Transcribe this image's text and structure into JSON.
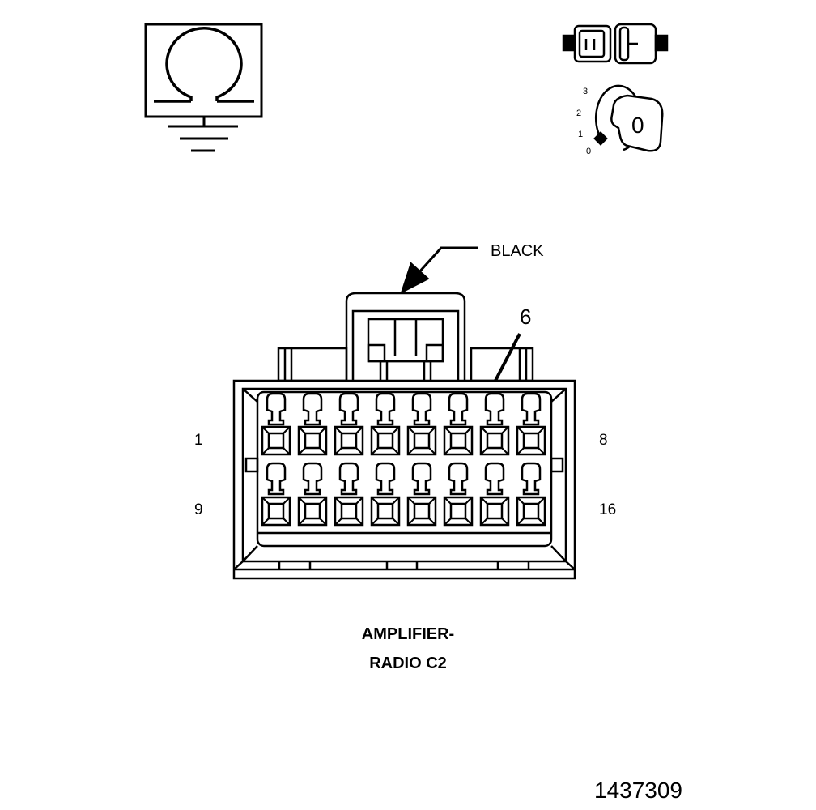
{
  "symbols": {
    "ohmmeter_icon": "ohm-symbol-with-ground",
    "ignition_icon": "ignition-switch-key-off",
    "key_positions": [
      "3",
      "2",
      "1",
      "0"
    ],
    "key_label": "0"
  },
  "callouts": {
    "color_label": "BLACK",
    "pointed_cavity": "6"
  },
  "pins": {
    "top_left": "1",
    "top_right": "8",
    "bottom_left": "9",
    "bottom_right": "16"
  },
  "caption": {
    "line1": "AMPLIFIER-",
    "line2": "RADIO C2"
  },
  "figure_id": "1437309"
}
